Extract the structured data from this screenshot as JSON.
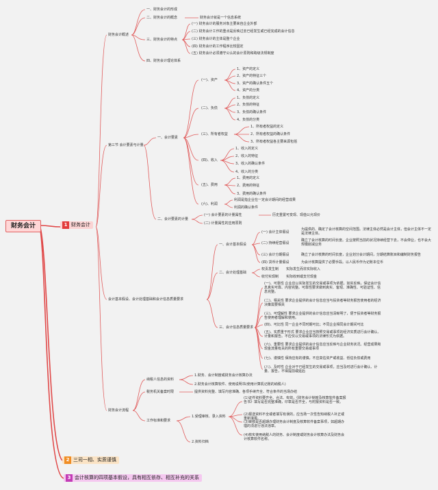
{
  "root": "财务会计",
  "topics": {
    "t1": {
      "num": "1",
      "label": "财务会计"
    },
    "t2": {
      "num": "2",
      "label": "三司一相、实质谨慎"
    },
    "t3": {
      "num": "3",
      "label": "会计核算的四项基本假设，具有相互依存、相互补充的关系"
    }
  },
  "sec_a": {
    "title": "财务会计概述",
    "i1": "一、财务会计的形成",
    "i2": "二、财务会计的概念",
    "i2_sub": "财务会计就是一个信息系统",
    "i3": "三、财务会计的特点",
    "i3_items": [
      "(一) 财务会计的服务对象主要来自企业外部",
      "(二) 财务会计工作的重点是反映过去已经发生或已经完成的会计信息",
      "(三) 财务会计的主体是整个企业",
      "(四) 财务会计的工作程序比较固定",
      "(五) 财务会计必须遵守公认的会计原则和跨级法规制度"
    ],
    "i4": "四、财务会计理论体系"
  },
  "sec_b": {
    "title": "第三节 会计要素与计量",
    "e1": "一、会计要素",
    "assets": "(一)、资产",
    "assets_items": [
      "1、资产的定义",
      "2、资产的特征三个",
      "3、资产的确认条件五个",
      "4、资产的分类"
    ],
    "liab": "(二)、负债",
    "liab_items": [
      "1、负债的定义",
      "2、负债的特征",
      "3、负债的确认条件",
      "4、负债的分类"
    ],
    "equity": "(三)、所有者权益",
    "equity_items": [
      "1、所有者权益的定义",
      "2、所有者权益的确认条件",
      "3、所有者权益各主要来源包括"
    ],
    "income": "(四)、收入",
    "income_items": [
      "1、收入的定义",
      "2、收入的特征",
      "3、收入的确认条件",
      "4、收入的分类"
    ],
    "exp": "(五)、费用",
    "exp_items": [
      "1、费用的定义",
      "2、费用的特征",
      "3、费用的确认条件"
    ],
    "profit": "(六)、利润",
    "profit_items": [
      "利润是指企业在一定会计期间的经营成果",
      "利润的确认条件"
    ],
    "e2": "二、会计要素的计量",
    "m1": "(一) 会计要素的计量属性",
    "m1_sub": "历史重置可变现、现值公允现价",
    "m2": "(二) 计量属性的应用原则"
  },
  "sec_c": {
    "title": "会计基本假设、会计处理基础和会计信息质量要求",
    "c1": "一、会计基本假设",
    "c1_items": [
      {
        "label": "(一) 会计主体假设",
        "desc": "为提供的、确定了会计核算的空间范围。法律主体必然是会计主体，但会计主体不一定是法律主体。"
      },
      {
        "label": "(二) 持续经营假设",
        "desc": "确立了会计核算的时间长度。企业按照当前的状况持续经营下去，不会停业，也不会大规模削减业务"
      },
      {
        "label": "(三) 会计分期假设",
        "desc": "确立了会计核算的时间长度，企业划分会计期间，分期结算账目和编制财务报告"
      },
      {
        "label": "(四) 货币计量假设",
        "desc": "为会计核算提供了必要手段。以人民币作为记账本位币"
      }
    ],
    "c2": "二、会计处理基础",
    "c2_items": [
      {
        "label": "权责发生制",
        "desc": "实际发生而非实际收入"
      },
      {
        "label": "收付实现制",
        "desc": "实际收到或支付现金"
      }
    ],
    "c3": "三、会计信息质量要求",
    "c3_items": [
      "(一)、可靠性 企业应以实际发生的交易或事项为依据，如实反映，保证会计信息真实可靠、内容完整。可靠性要求做到真实、客观、准确性、可验证性、信息完整。",
      "(二)、相关性 要求企业提供的会计信息应当与投资者等财务报告使用者的经济决策需要相关",
      "(三)、可理解性 要求企业提供的会计信息应当清晰明了，便于投资者等财务报告使用者理解和使用。",
      "(四)、可比性 同一企业不同时期可比；不同企业相同会计期间可比",
      "(五)、实质重于形式 要求企业应当按照交易或事项的经济实质进行会计确认、计量和报告。不应仅以交易或事项的法律形式为依据。",
      "(六)、重要性 要求企业提供的会计信息应当反映与企业财务状况、经营成果和现金流量有关的所有重要交易或事项",
      "(七)、谨慎性 保持应有的谨慎，不应高估资产或收益、低估负债或费用",
      "(八)、及时性 企业对于已经发生的交易或事项，应当及时进行会计确认、计量、报告，不得提前或延后"
    ]
  },
  "sec_d": {
    "title": "财务会计流程",
    "d1": "纳税人信息的资料",
    "d1_items": [
      "1.财务、会计制度或财务会计核算办法",
      "2.财务会计核算软件、使用说明书(使用计算机记账的纳税人)"
    ],
    "d2": "税务机关备案时限",
    "d2_sub": "提供资料完整、填写内容准确、各项手续齐全、符合条件的当场办结",
    "d3": "工作标准和要求",
    "d3_1": "1.受理审核、录入资料",
    "d3_1_items": [
      "(1)证件资料要齐全、合法、有效，《财务会计制度及核算软件备案报告书》填写是否完整准确，印章是否齐全，与附报资料是否一致。",
      "(2)报送资料不全或者填写有误的，应当场一次性告知纳税人补正或重新填报。",
      "(3)审核是否超期办理财务会计制度及核算软件备案事项，如超期办理的须进行违法违章。",
      "(4)核实使用纳税人的财务、会计制度或财务会计核算办法及财务会计核算软件名称。"
    ],
    "d3_2": "2.资料归档"
  }
}
